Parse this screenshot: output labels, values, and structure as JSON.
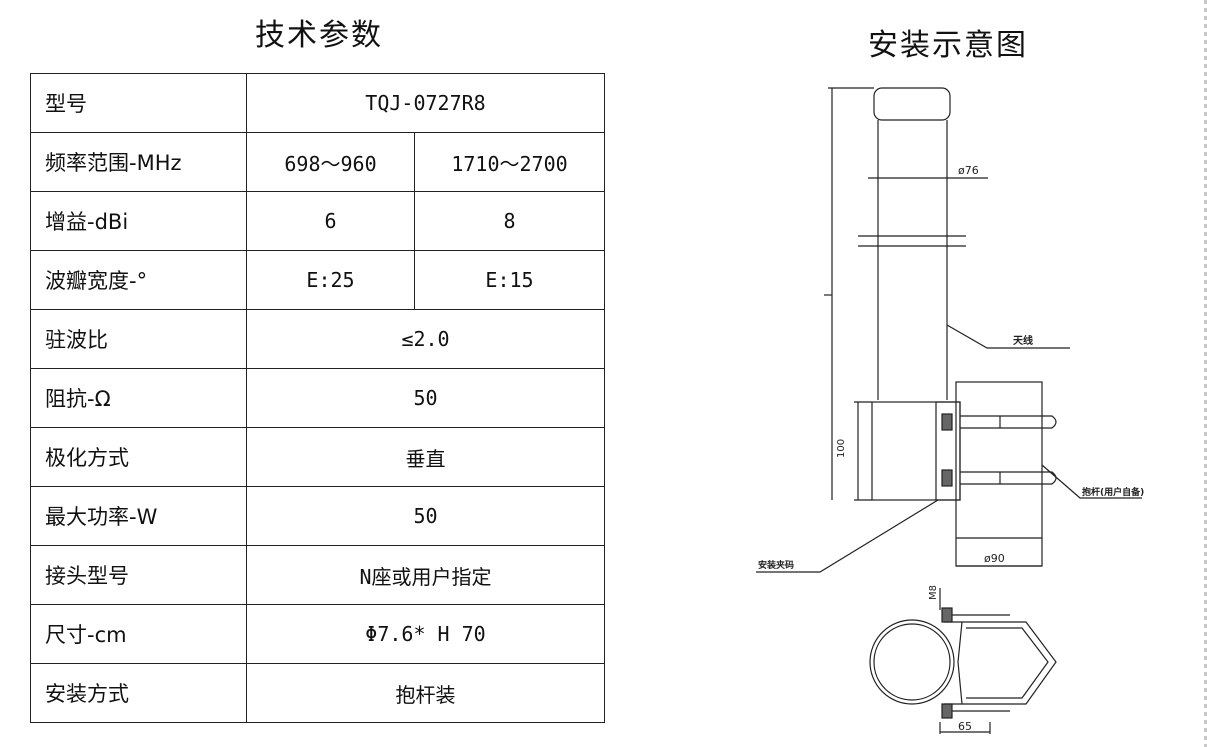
{
  "spec_title": "技术参数",
  "diagram_title": "安装示意图",
  "rows": [
    {
      "name": "型号",
      "values": [
        "TQJ-0727R8"
      ]
    },
    {
      "name": "频率范围-MHz",
      "values": [
        "698～960",
        "1710～2700"
      ]
    },
    {
      "name": "增益-dBi",
      "values": [
        "6",
        "8"
      ]
    },
    {
      "name": "波瓣宽度-°",
      "values": [
        "E:25",
        "E:15"
      ]
    },
    {
      "name": "驻波比",
      "values": [
        "≤2.0"
      ]
    },
    {
      "name": "阻抗-Ω",
      "values": [
        "50"
      ]
    },
    {
      "name": "极化方式",
      "values": [
        "垂直"
      ]
    },
    {
      "name": "最大功率-W",
      "values": [
        "50"
      ]
    },
    {
      "name": "接头型号",
      "values": [
        "N座或用户指定"
      ]
    },
    {
      "name": "尺寸-cm",
      "values": [
        "Φ7.6* H 70"
      ]
    },
    {
      "name": "安装方式",
      "values": [
        "抱杆装"
      ]
    }
  ],
  "diagram": {
    "dim_diameter": "ø76",
    "label_antenna": "天线",
    "dim_height": "100",
    "label_pole": "抱杆(用户自备)",
    "label_clamp": "安装夹码",
    "dim_pole": "ø90",
    "dim_m8": "M8",
    "dim_65": "65"
  }
}
